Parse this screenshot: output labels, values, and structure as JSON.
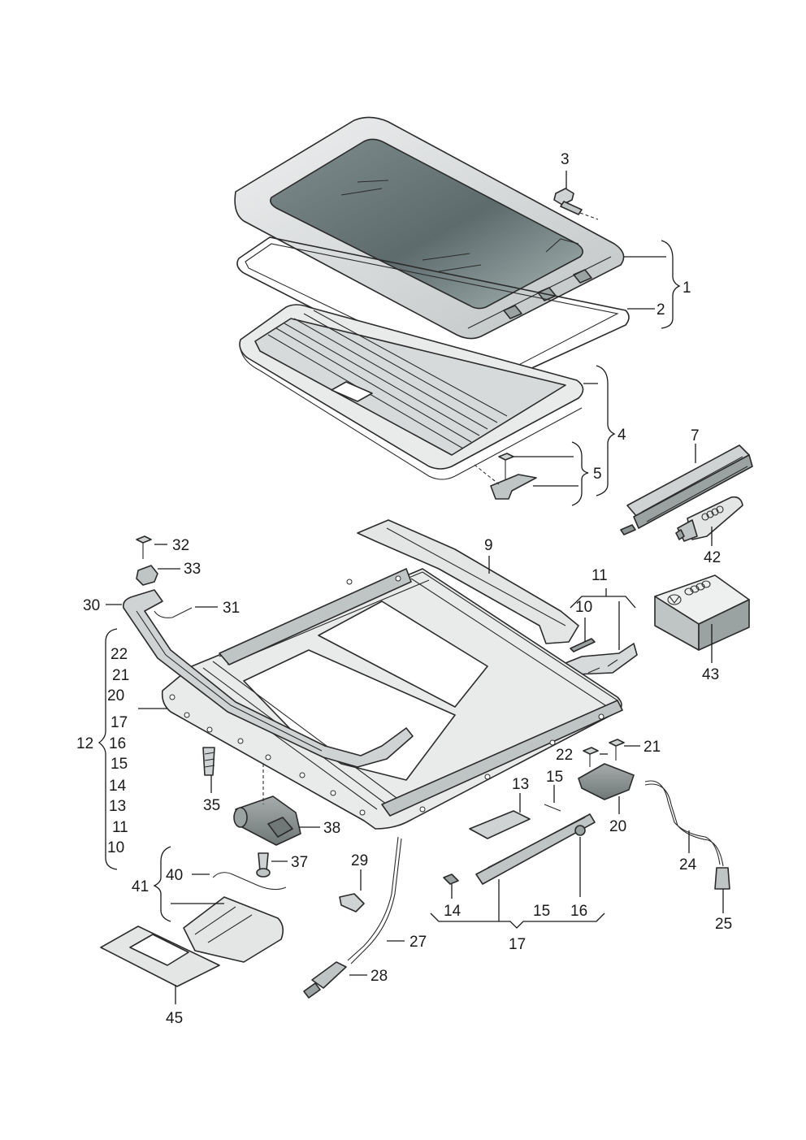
{
  "callouts": [
    "1",
    "2",
    "3",
    "4",
    "5",
    "7",
    "9",
    "10",
    "11",
    "12",
    "13",
    "14",
    "15",
    "16",
    "17",
    "20",
    "21",
    "22",
    "24",
    "25",
    "27",
    "28",
    "29",
    "30",
    "31",
    "32",
    "33",
    "35",
    "37",
    "38",
    "40",
    "41",
    "42",
    "43",
    "45"
  ],
  "group12_members": [
    "22",
    "21",
    "20",
    "17",
    "16",
    "15",
    "14",
    "13",
    "11",
    "10"
  ],
  "colors": {
    "glass_dark": "#5d6b6d",
    "glass_light": "#a9b6b4",
    "metal_light": "#e4e6e6",
    "metal_mid": "#bfc4c4",
    "metal_dark": "#8d9494",
    "line": "#2b2b2b"
  },
  "icons": {
    "grease_box_logo": "four-rings-and-vw-emblem",
    "grease_tube_logo": "four-rings-emblem"
  }
}
